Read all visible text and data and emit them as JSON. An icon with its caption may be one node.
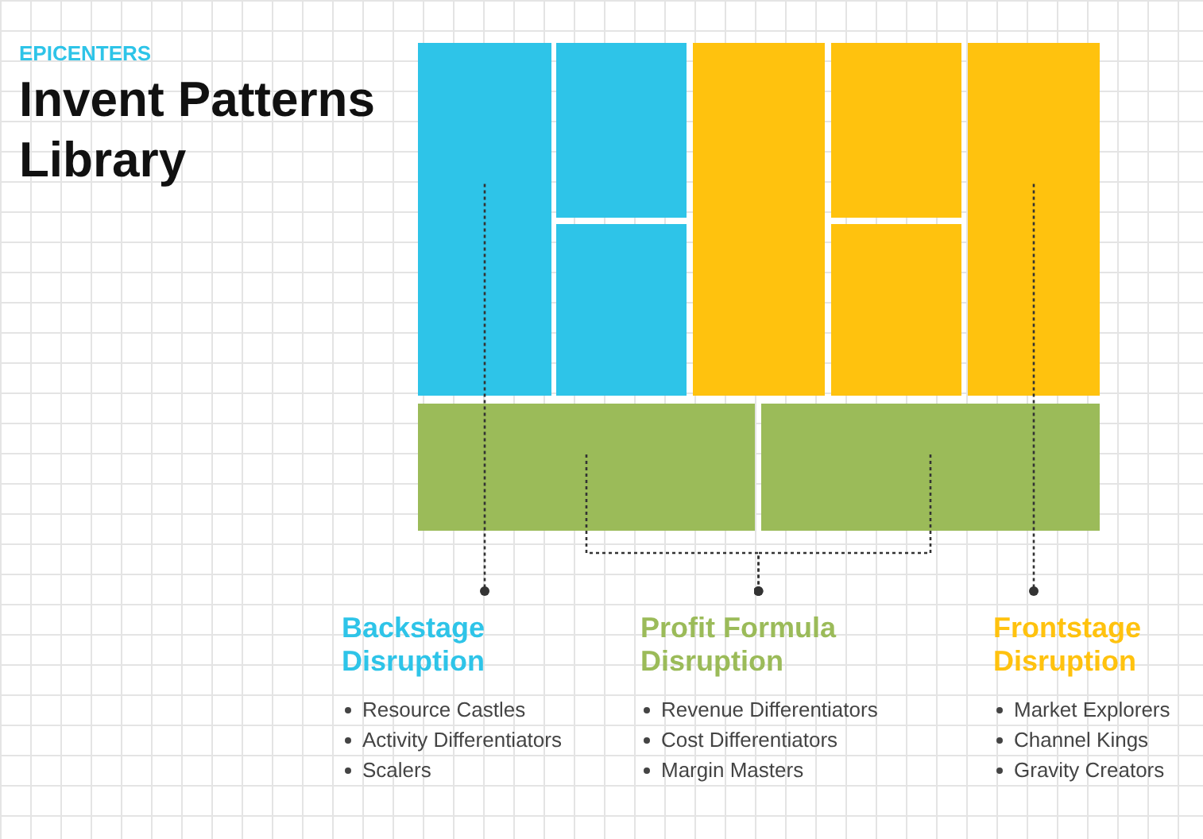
{
  "diagram": {
    "title": "Invent Patterns Library",
    "nodes": [
      {
        "text": [],
        "shape": "box"
      },
      {
        "text": [],
        "shape": "box"
      },
      {
        "text": [],
        "shape": "box"
      },
      {
        "text": [],
        "shape": "box"
      },
      {
        "text": [],
        "shape": "box"
      },
      {
        "text": [],
        "shape": "box"
      },
      {
        "text": [],
        "shape": "box"
      },
      {
        "text": [],
        "shape": "box"
      },
      {
        "text": [],
        "shape": "box"
      },
      {
        "text": [
          "Backstage Disruption",
          "Resource Castles",
          "Activity Differentiators",
          "Scalers"
        ]
      },
      {
        "text": [
          "Profit Formula Disruption",
          "Revenue Differentiators",
          "Cost Differentiators",
          "Margin Masters"
        ]
      },
      {
        "text": [
          "Frontstage Disruption",
          "Market Explorers",
          "Channel Kings",
          "Gravity Creators"
        ]
      }
    ],
    "edges": [
      {
        "from": 0,
        "to": 9,
        "arrow": "other",
        "style": "dashed"
      },
      {
        "from": 7,
        "to": 10,
        "arrow": "other",
        "style": "dashed"
      },
      {
        "from": 8,
        "to": 10,
        "arrow": "other",
        "style": "dashed"
      },
      {
        "from": 6,
        "to": 11,
        "arrow": "other",
        "style": "dashed"
      }
    ],
    "labels": [
      "EPICENTERS"
    ]
  }
}
